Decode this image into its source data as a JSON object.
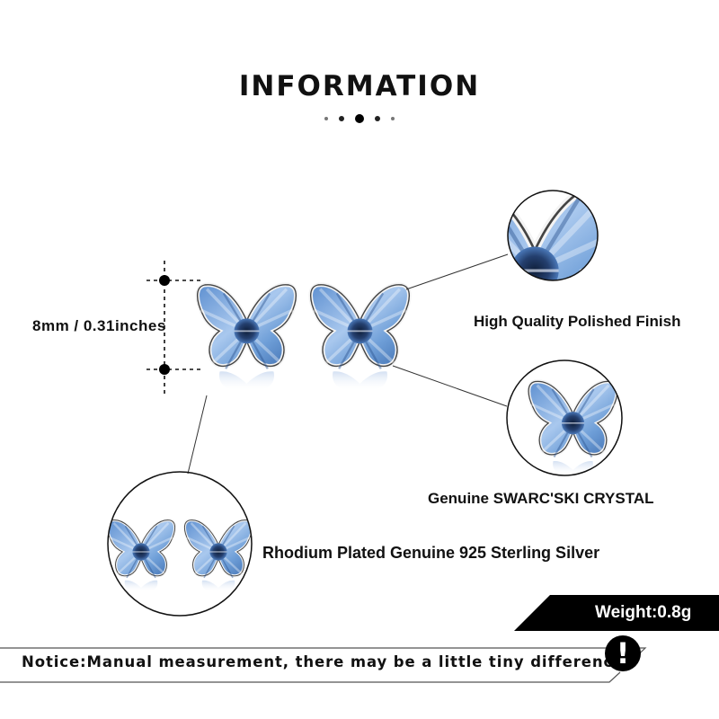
{
  "header": {
    "title": "INFORMATION",
    "pager_dots": 5,
    "active_dot_index": 2
  },
  "dimension": {
    "label": "8mm / 0.31inches"
  },
  "features": [
    {
      "label": "High Quality Polished Finish",
      "icon": "butterfly-wing-closeup"
    },
    {
      "label": "Genuine SWARCʹSKI CRYSTAL",
      "icon": "butterfly-crystal-closeup"
    },
    {
      "label": "Rhodium Plated Genuine 925 Sterling Silver",
      "icon": "butterfly-pair-closeup"
    }
  ],
  "weight": {
    "label": "Weight:0.8g"
  },
  "notice": {
    "text": "Notice:Manual measurement, there may be a little tiny difference.",
    "icon_glyph": "!"
  },
  "colors": {
    "crystal_light": "#a9c8ee",
    "crystal_mid": "#6f9fd8",
    "crystal_dark": "#1f3a66",
    "ink": "#111111",
    "badge": "#000000"
  }
}
